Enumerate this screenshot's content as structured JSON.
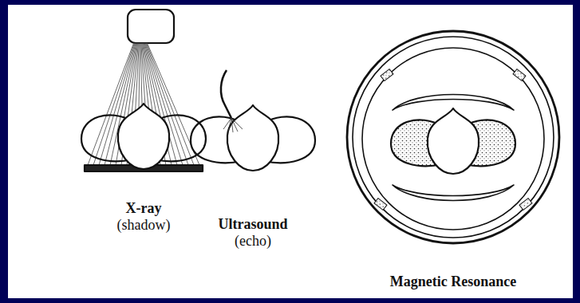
{
  "diagram": {
    "labels": [
      "X-ray",
      "(shadow)",
      "Ultrasound",
      "(echo)",
      "Magnetic Resonance"
    ]
  }
}
